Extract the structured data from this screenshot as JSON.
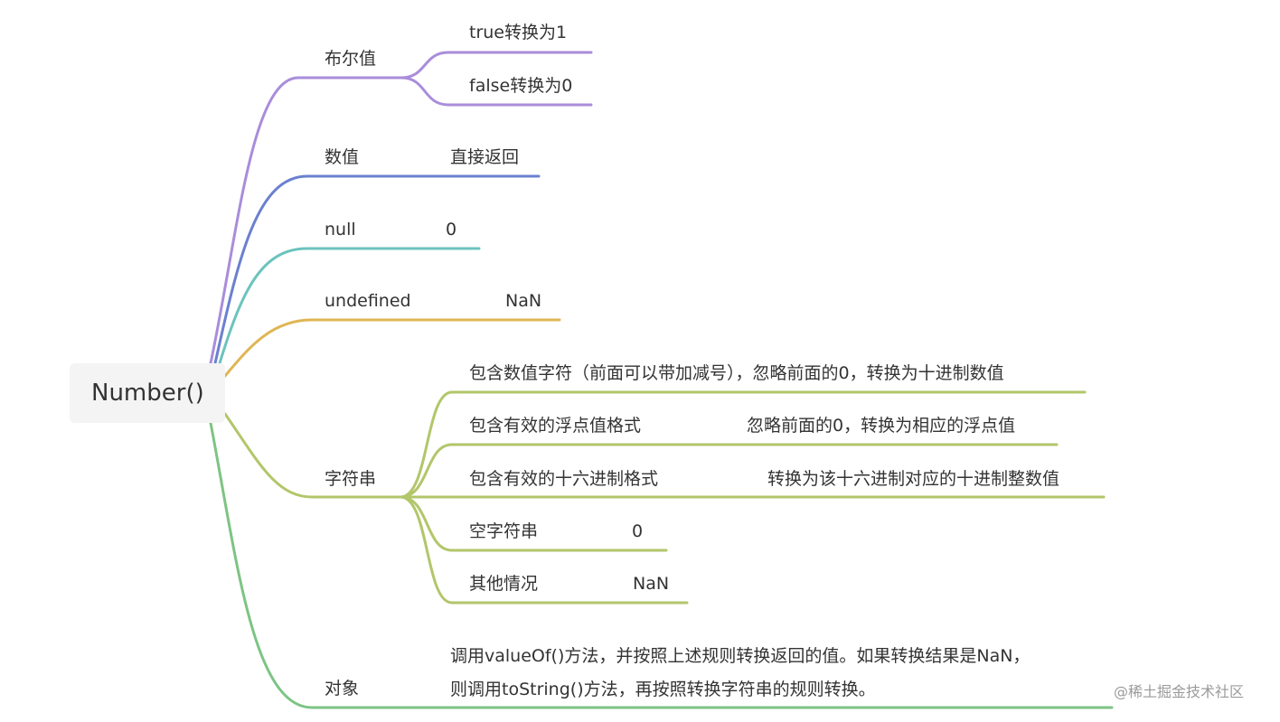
{
  "root": {
    "label": "Number()"
  },
  "colors": {
    "boolean": "#a98dda",
    "number": "#6b80cf",
    "null": "#6cc3bd",
    "undefined": "#dfb654",
    "string": "#b2c66a",
    "object": "#7dc484"
  },
  "branches": {
    "boolean": {
      "label": "布尔值",
      "children": [
        {
          "label": "true转换为1"
        },
        {
          "label": "false转换为0"
        }
      ]
    },
    "number": {
      "label": "数值",
      "result": "直接返回"
    },
    "null": {
      "label": "null",
      "result": "0"
    },
    "undefined": {
      "label": "undefined",
      "result": "NaN"
    },
    "string": {
      "label": "字符串",
      "children": [
        {
          "label": "包含数值字符（前面可以带加减号），忽略前面的0，转换为十进制数值",
          "result": ""
        },
        {
          "label": "包含有效的浮点值格式",
          "result": "忽略前面的0，转换为相应的浮点值"
        },
        {
          "label": "包含有效的十六进制格式",
          "result": "转换为该十六进制对应的十进制整数值"
        },
        {
          "label": "空字符串",
          "result": "0"
        },
        {
          "label": "其他情况",
          "result": "NaN"
        }
      ]
    },
    "object": {
      "label": "对象",
      "result_line1": "调用valueOf()方法，并按照上述规则转换返回的值。如果转换结果是NaN，",
      "result_line2": "则调用toString()方法，再按照转换字符串的规则转换。"
    }
  },
  "watermark": "@稀土掘金技术社区"
}
